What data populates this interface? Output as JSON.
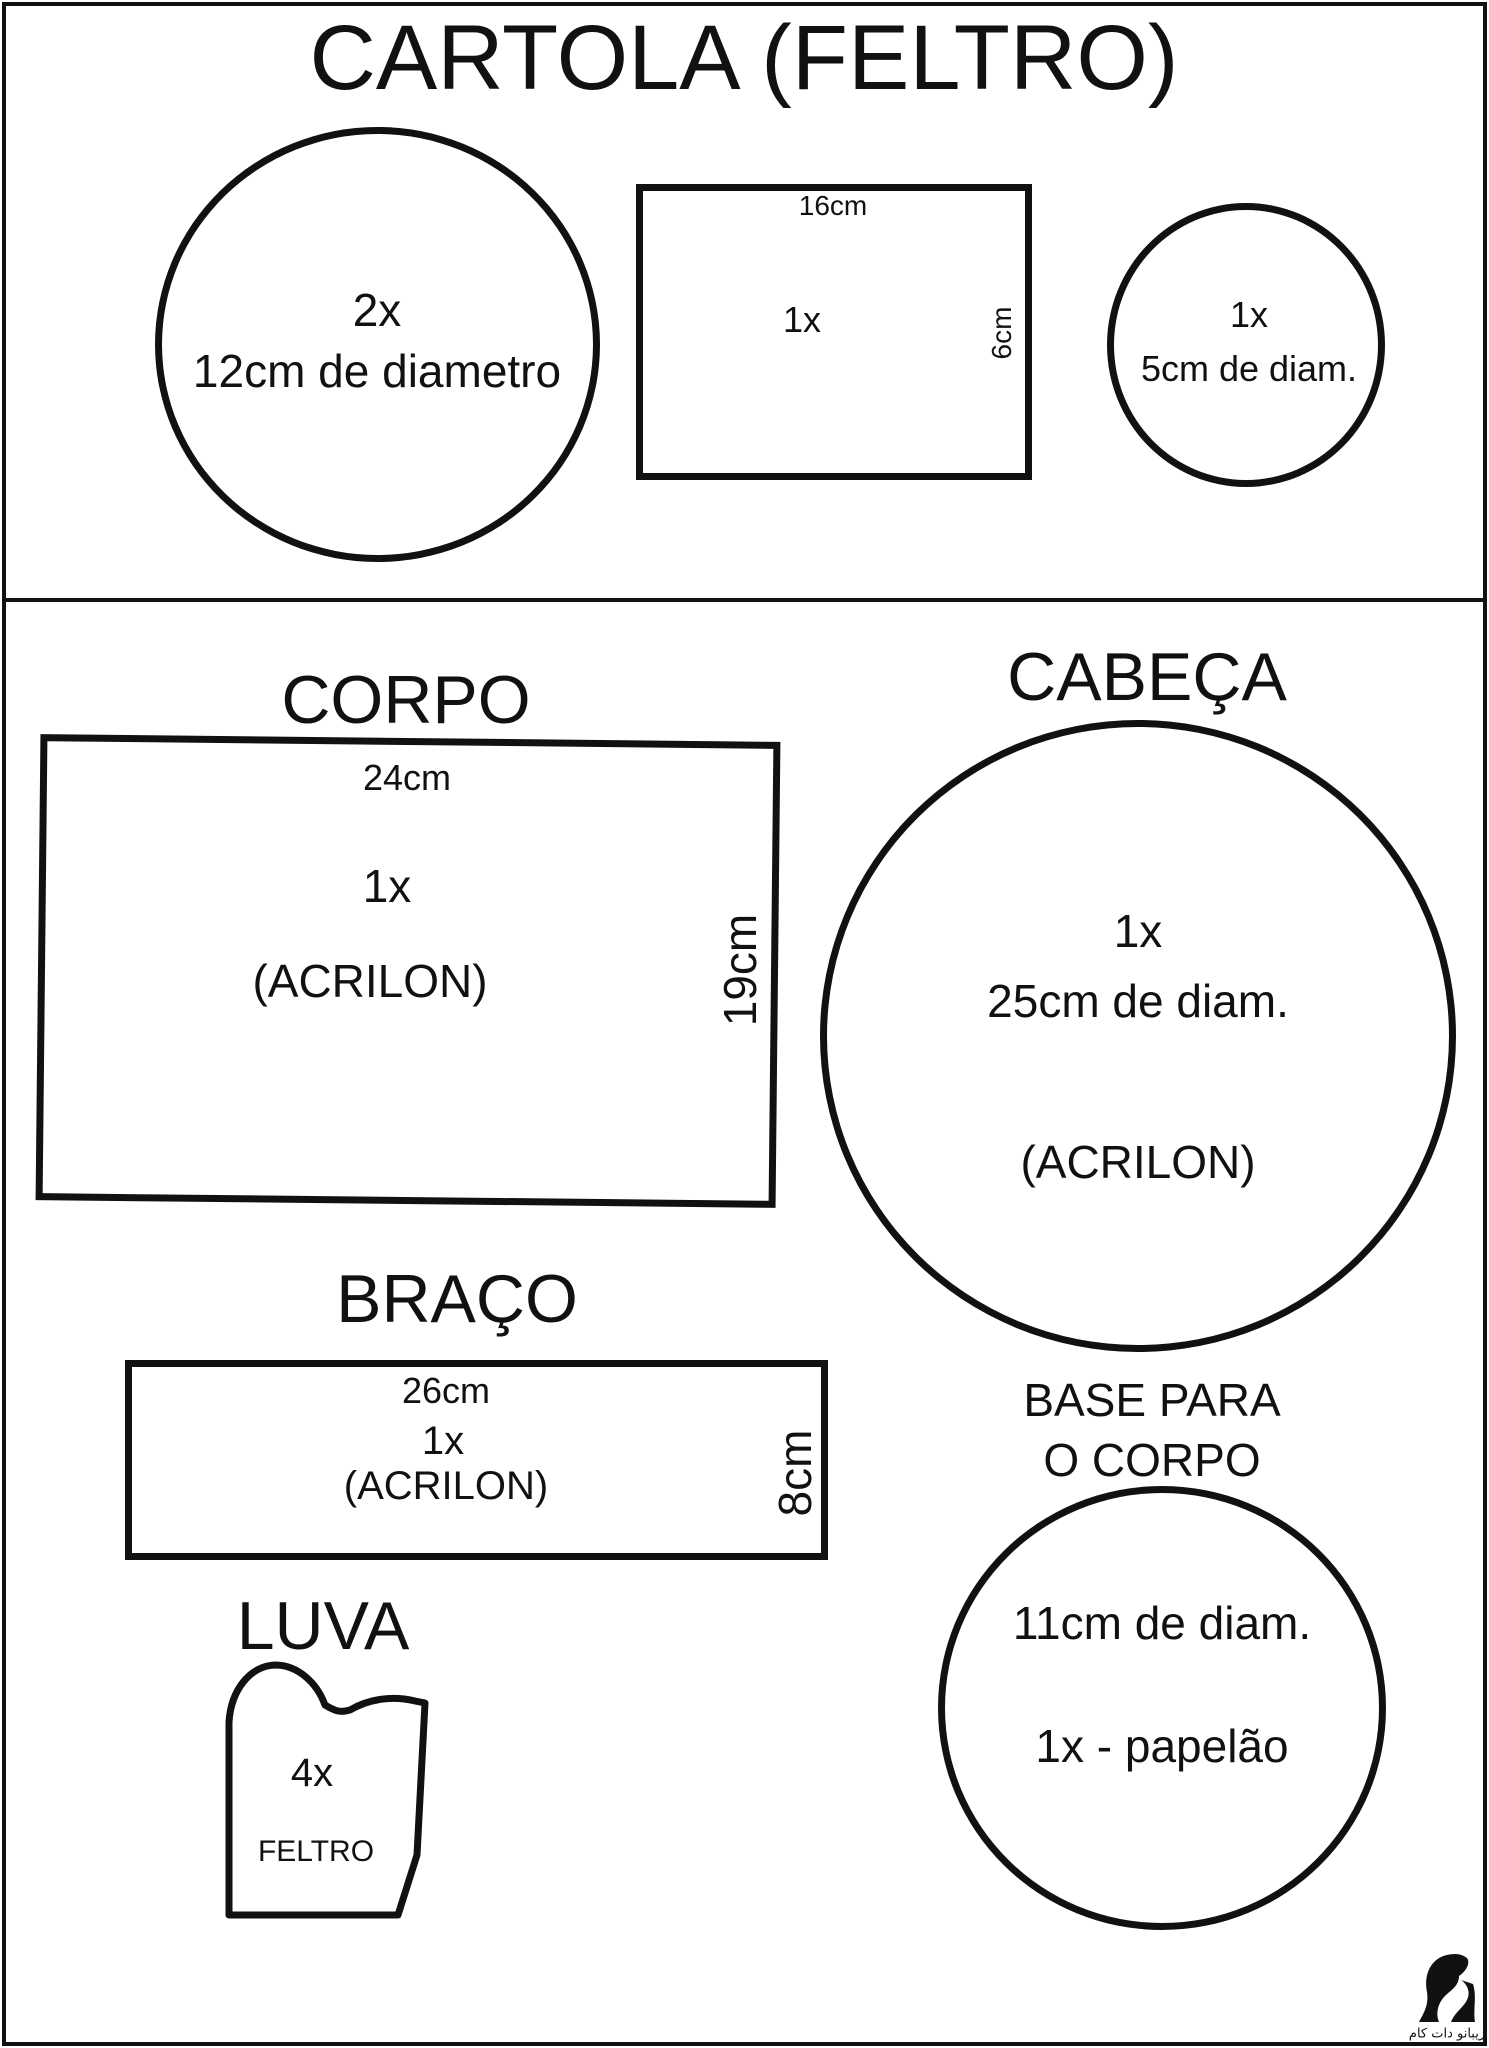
{
  "top_section": {
    "title": "CARTOLA (FELTRO)",
    "big_circle": {
      "qty": "2x",
      "size": "12cm de diametro"
    },
    "rect": {
      "width_label": "16cm",
      "height_label": "6cm",
      "qty": "1x"
    },
    "small_circle": {
      "qty": "1x",
      "size": "5cm de diam."
    }
  },
  "corpo": {
    "title": "CORPO",
    "width_label": "24cm",
    "height_label": "19cm",
    "qty": "1x",
    "material": "(ACRILON)"
  },
  "cabeca": {
    "title": "CABEÇA",
    "qty": "1x",
    "size": "25cm de diam.",
    "material": "(ACRILON)"
  },
  "braco": {
    "title": "BRAÇO",
    "width_label": "26cm",
    "height_label": "8cm",
    "qty": "1x",
    "material": "(ACRILON)"
  },
  "base": {
    "title_line1": "BASE PARA",
    "title_line2": "O CORPO",
    "size": "11cm de diam.",
    "qty_material": "1x - papelão"
  },
  "luva": {
    "title": "LUVA",
    "qty": "4x",
    "material": "FELTRO"
  },
  "watermark": {
    "icon": "woman-silhouette-logo",
    "text": "زیبانو دات کام"
  },
  "colors": {
    "stroke": "#111111",
    "background": "#ffffff"
  }
}
